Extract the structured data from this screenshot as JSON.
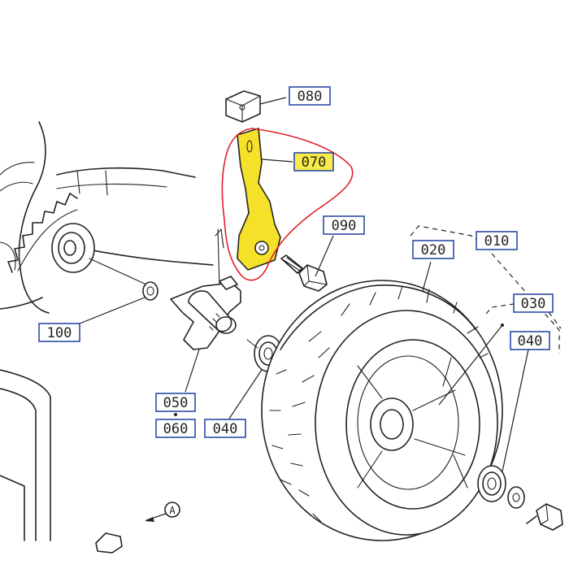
{
  "labels": {
    "p080": "080",
    "p070": "070",
    "p090": "090",
    "p020": "020",
    "p010": "010",
    "p030": "030",
    "p040a": "040",
    "p100": "100",
    "p050": "050",
    "p060": "060",
    "p040b": "040",
    "callout_a": "A"
  },
  "colors": {
    "highlight_fill": "#f6e12a",
    "highlight_label": "#f8ec4a",
    "circle_red": "#e0202a",
    "label_border": "#1f3f9f",
    "line": "#222222"
  }
}
